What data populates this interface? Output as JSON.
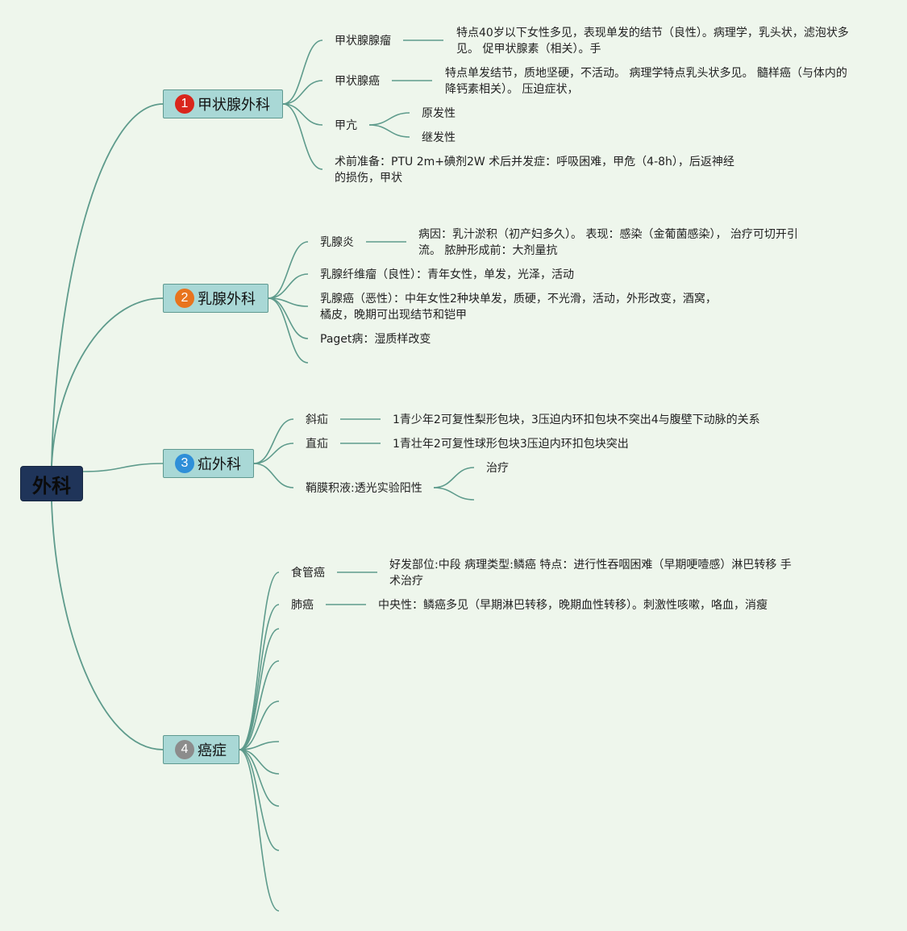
{
  "colors": {
    "background": "#eef6ec",
    "link": "#5e9b8c",
    "root_fill": "#1f3459",
    "branch_fill": "#a9d8d6",
    "badge_1": "#d9261c",
    "badge_2": "#e8741e",
    "badge_3": "#2f8fd8",
    "badge_4": "#8c8c8c"
  },
  "root": {
    "label": "外科"
  },
  "branches": [
    {
      "number": "1",
      "label": "甲状腺外科",
      "items": [
        {
          "label": "甲状腺腺瘤",
          "detail": "特点40岁以下女性多见，表现单发的结节（良性）。病理学，乳头状，滤泡状多见。 促甲状腺素（相关）。手"
        },
        {
          "label": "甲状腺癌",
          "detail": "特点单发结节，质地坚硬，不活动。 病理学特点乳头状多见。 髓样癌（与体内的降钙素相关）。 压迫症状，"
        },
        {
          "label": "甲亢",
          "children": [
            "原发性",
            "继发性"
          ]
        },
        {
          "label": "术前准备：PTU 2m+碘剂2W 术后并发症：呼吸困难，甲危（4-8h），后返神经的损伤，甲状"
        }
      ]
    },
    {
      "number": "2",
      "label": "乳腺外科",
      "items": [
        {
          "label": "乳腺炎",
          "detail": "病因：乳汁淤积（初产妇多久）。 表现：感染（金葡菌感染）， 治疗可切开引流。 脓肿形成前：大剂量抗"
        },
        {
          "label": "乳腺纤维瘤（良性）：青年女性，单发，光泽，活动"
        },
        {
          "label": "乳腺癌（恶性）：中年女性2种块单发，质硬，不光滑，活动，外形改变，酒窝，橘皮，晚期可出现结节和铠甲"
        },
        {
          "label": "Paget病：湿质样改变"
        }
      ]
    },
    {
      "number": "3",
      "label": "疝外科",
      "items": [
        {
          "label": "斜疝",
          "detail": "1青少年2可复性梨形包块，3压迫内环扣包块不突出4与腹壁下动脉的关系"
        },
        {
          "label": "直疝",
          "detail": "1青壮年2可复性球形包块3压迫内环扣包块突出"
        },
        {
          "label": "鞘膜积液:透光实验阳性",
          "children": [
            "治疗"
          ]
        }
      ]
    },
    {
      "number": "4",
      "label": "癌症",
      "items": [
        {
          "label": "食管癌",
          "detail": "好发部位:中段 病理类型:鳞癌 特点：进行性吞咽困难（早期哽噎感）淋巴转移 手术治疗"
        },
        {
          "label": "肺癌",
          "detail": "中央性：鳞癌多见（早期淋巴转移，晚期血性转移）。刺激性咳嗽，咯血，消瘦"
        }
      ]
    }
  ]
}
